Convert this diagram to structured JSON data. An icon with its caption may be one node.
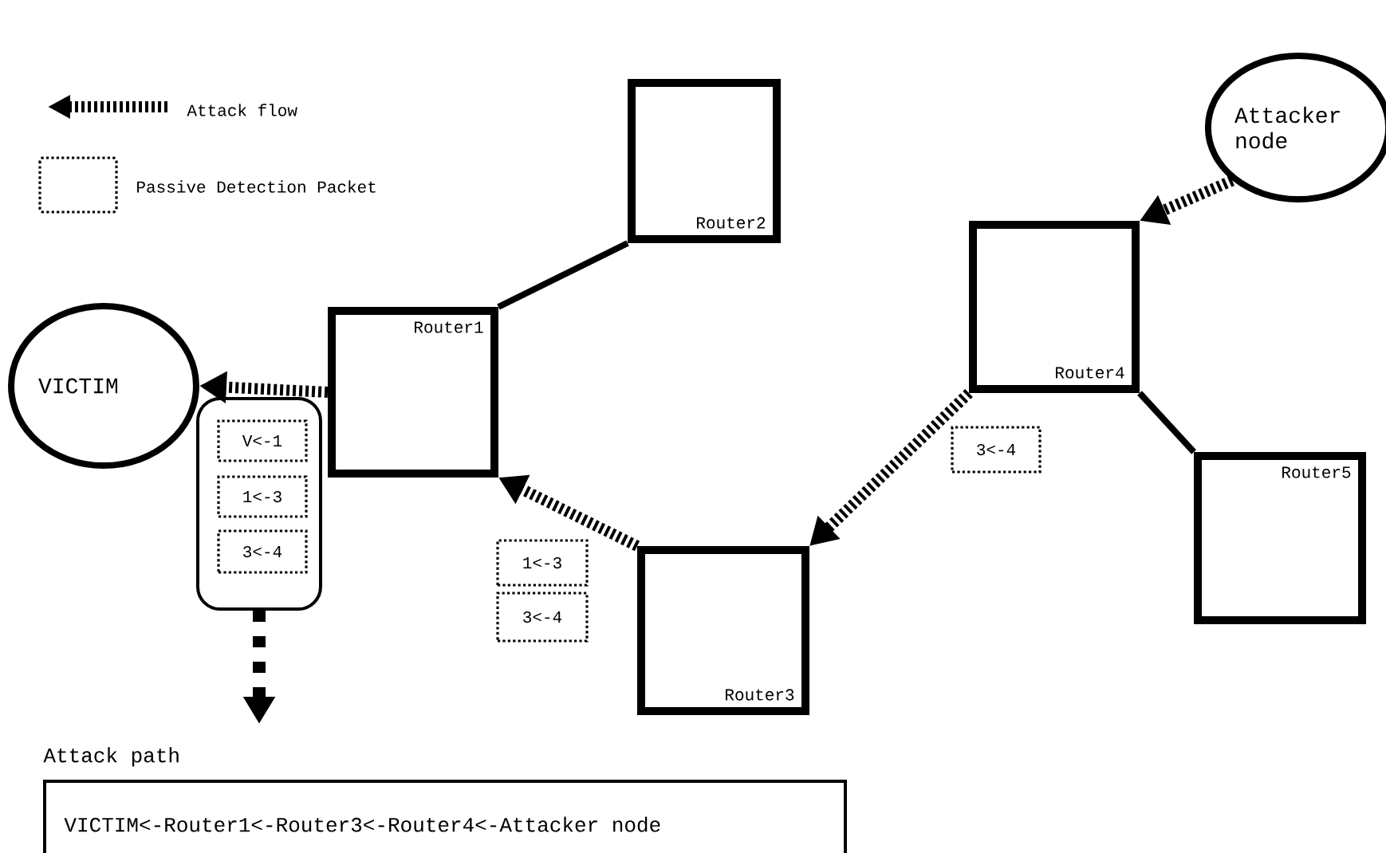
{
  "diagram": {
    "nodes": [
      {
        "text": [
          "VICTIM"
        ]
      },
      {
        "text": [
          "Router1"
        ]
      },
      {
        "text": [
          "Router2"
        ]
      },
      {
        "text": [
          "Router3"
        ]
      },
      {
        "text": [
          "Router4"
        ]
      },
      {
        "text": [
          "Router5"
        ]
      },
      {
        "text": [
          "Attacker node"
        ]
      },
      {
        "text": [],
        "shape": "box"
      },
      {
        "text": [
          "V<-1"
        ],
        "in": 7
      },
      {
        "text": [
          "1<-3"
        ],
        "in": 7
      },
      {
        "text": [
          "3<-4"
        ],
        "in": 7
      },
      {
        "text": [
          "1<-3"
        ]
      },
      {
        "text": [
          "3<-4"
        ]
      },
      {
        "text": [
          "3<-4"
        ]
      },
      {
        "text": [
          "Attack path",
          "VICTIM<-Router1<-Router3<-Router4<-Attacker node"
        ]
      }
    ],
    "edges": [
      {
        "from": 1,
        "to": 0,
        "arrow": "to",
        "style": "dashed"
      },
      {
        "from": 1,
        "to": 2,
        "arrow": "none"
      },
      {
        "from": 3,
        "to": 1,
        "arrow": "to",
        "style": "dashed"
      },
      {
        "from": 4,
        "to": 3,
        "arrow": "to",
        "style": "dashed"
      },
      {
        "from": 6,
        "to": 4,
        "arrow": "to",
        "style": "dashed"
      },
      {
        "from": 4,
        "to": 5,
        "arrow": "none"
      },
      {
        "from": 7,
        "to": 14,
        "arrow": "to",
        "style": "dashed"
      }
    ],
    "legend": [
      {
        "text": "Attack flow"
      },
      {
        "text": "Passive Detection Packet"
      }
    ]
  }
}
